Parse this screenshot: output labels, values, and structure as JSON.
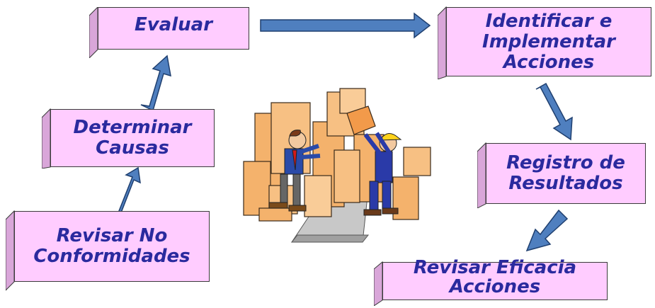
{
  "diagram": {
    "steps": [
      {
        "id": "revisar-no-conformidades",
        "lines": [
          "Revisar No",
          "Conformidades"
        ]
      },
      {
        "id": "determinar-causas",
        "lines": [
          "Determinar",
          "Causas"
        ]
      },
      {
        "id": "evaluar",
        "lines": [
          "Evaluar"
        ]
      },
      {
        "id": "identificar-implementar",
        "lines": [
          "Identificar e",
          "Implementar",
          "Acciones"
        ]
      },
      {
        "id": "registro-resultados",
        "lines": [
          "Registro de",
          "Resultados"
        ]
      },
      {
        "id": "revisar-eficacia",
        "lines": [
          "Revisar Eficacia",
          "Acciones"
        ]
      }
    ],
    "colors": {
      "box_face": "#ffccff",
      "box_side": "#d9a6d9",
      "text": "#2a2a9e",
      "arrow_fill": "#4f7fbf",
      "arrow_stroke": "#1f3f6f"
    },
    "illustration": "workers-with-falling-boxes"
  }
}
